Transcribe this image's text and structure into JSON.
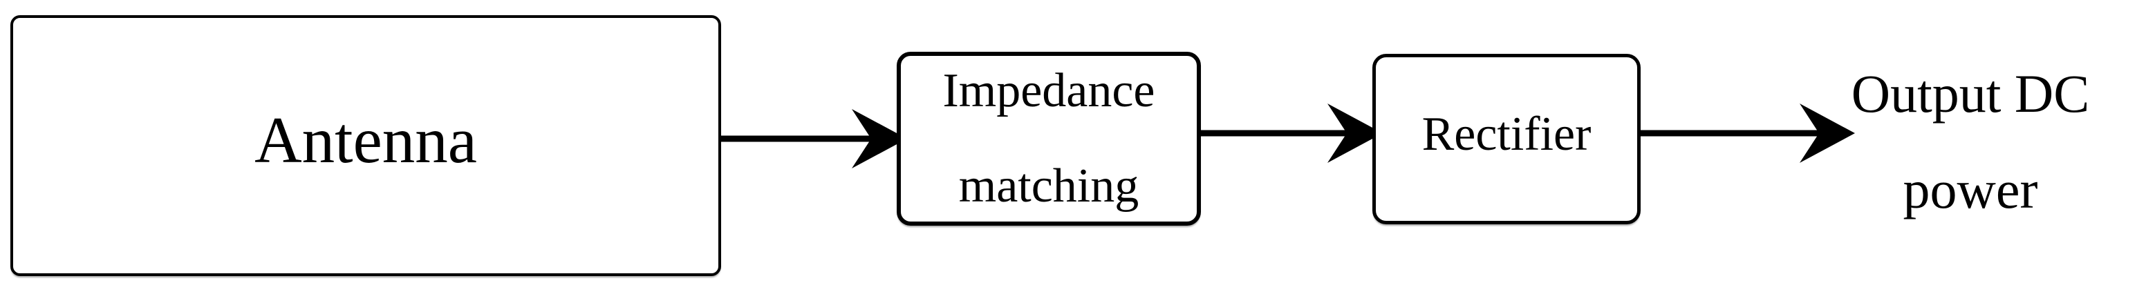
{
  "diagram": {
    "colors": {
      "stroke": "#000000",
      "background": "#ffffff",
      "text": "#000000"
    },
    "nodes": [
      {
        "id": "antenna",
        "label": "Antenna"
      },
      {
        "id": "impedance-matching",
        "label_lines": [
          "Impedance",
          "matching"
        ]
      },
      {
        "id": "rectifier",
        "label": "Rectifier"
      }
    ],
    "output": {
      "label_lines": [
        "Output DC",
        "power"
      ]
    }
  }
}
